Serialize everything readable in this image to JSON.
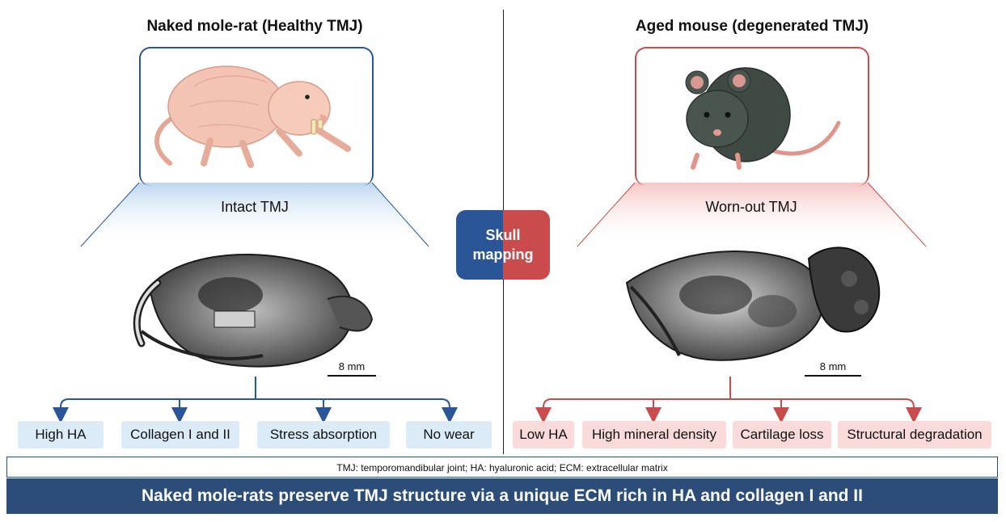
{
  "left": {
    "title": "Naked mole-rat (Healthy TMJ)",
    "sublabel": "Intact TMJ",
    "scale_label": "8 mm",
    "tags": [
      "High HA",
      "Collagen I and II",
      "Stress absorption",
      "No wear"
    ],
    "color": "#2a5597"
  },
  "right": {
    "title": "Aged mouse (degenerated TMJ)",
    "sublabel": "Worn-out TMJ",
    "scale_label": "8 mm",
    "tags": [
      "Low HA",
      "High mineral density",
      "Cartilage loss",
      "Structural degradation"
    ],
    "color": "#c94b4b"
  },
  "center_badge": {
    "line1": "Skull",
    "line2": "mapping"
  },
  "footnote": "TMJ: temporomandibular joint; HA: hyaluronic acid; ECM: extracellular matrix",
  "banner": "Naked mole-rats preserve TMJ structure via a unique ECM rich in HA and collagen I and II",
  "icons": {
    "left_animal": "naked-mole-rat-icon",
    "right_animal": "aged-mouse-icon",
    "left_skull": "mole-rat-skull-icon",
    "right_skull": "mouse-skull-icon"
  }
}
